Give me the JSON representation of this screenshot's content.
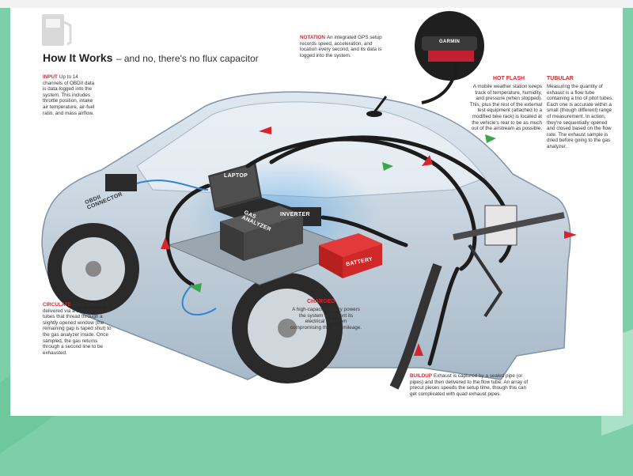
{
  "header": {
    "title": "How It Works",
    "subtitle": "– and no, there's no flux capacitor",
    "icon": "gas-pump-icon"
  },
  "callouts": {
    "input": {
      "key": "INPUT",
      "text": "Up to 14 channels of OBDII data is data-logged into the system. This includes throttle position, intake air temperature, air-fuel ratio, and mass airflow."
    },
    "notation": {
      "key": "NOTATION",
      "text": "An integrated GPS setup records speed, acceleration, and location every second, and its data is logged into the system."
    },
    "hot_flash": {
      "key": "HOT FLASH",
      "text": "A mobile weather station keeps track of temperature, humidity, and pressure (when stopped). This, plus the rest of the external test equipment (attached to a modified bike rack) is located at the vehicle's rear to be as much out of the airstream as possible."
    },
    "tubular": {
      "key": "TUBULAR",
      "text": "Measuring the quantity of exhaust is a flow tube containing a trio of pitot tubes. Each one is accurate within a small (though different) range of measurement. In action, they're sequentially opened and closed based on the flow rate. The exhaust sample is dried before going to the gas analyzer."
    },
    "circulate": {
      "key": "CIRCULATE",
      "text": "Dried exhaust is delivered via a bundled pair of tubes that thread through a slightly opened window (the remaining gap is taped shut) to the gas analyzer inside. Once sampled, the gas returns through a second line to be exhausted."
    },
    "charged": {
      "key": "CHARGED",
      "text": "A high-capacity battery powers the system to prevent its electrical load from compromising the car's mileage."
    },
    "buildup": {
      "key": "BUILDUP",
      "text": "Exhaust is captured by a sealed pipe (or pipes) and then delivered to the flow tube. An array of precut pieces speeds the setup time, though this can get complicated with quad exhaust pipes."
    }
  },
  "component_labels": {
    "obdii": "OBDII CONNECTOR",
    "laptop": "LAPTOP",
    "inverter": "INVERTER",
    "gas_analyzer": "GAS ANALYZER",
    "battery": "BATTERY",
    "gps_brand": "GARMIN"
  },
  "colors": {
    "accent_red": "#d4262c",
    "arrow_green": "#3aa84a",
    "hose_black": "#1c1c1c",
    "car_body": "#c5d3df",
    "background": "#7dcfa9"
  }
}
